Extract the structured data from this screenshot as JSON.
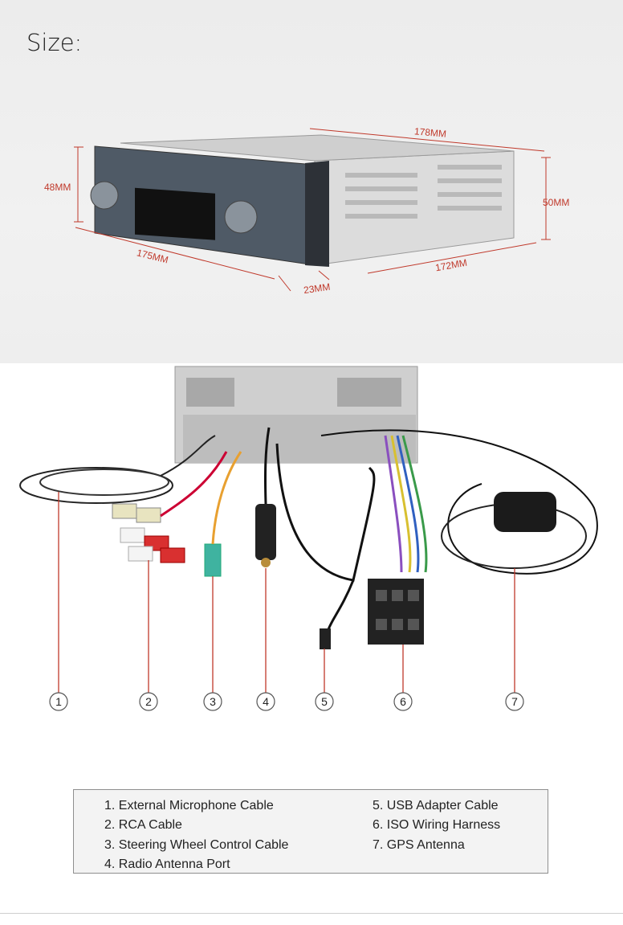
{
  "title": "Size:",
  "dimensions": {
    "width_top": "178MM",
    "height_left": "48MM",
    "height_right": "50MM",
    "front_width": "175MM",
    "depth": "172MM",
    "faceplate": "23MM"
  },
  "callouts": [
    "1",
    "2",
    "3",
    "4",
    "5",
    "6",
    "7"
  ],
  "legend": {
    "left": [
      "1. External Microphone Cable",
      "2. RCA Cable",
      "3. Steering Wheel Control Cable",
      "4. Radio Antenna Port"
    ],
    "right": [
      "5. USB Adapter Cable",
      "6. ISO Wiring Harness",
      "7. GPS Antenna"
    ]
  },
  "colors": {
    "dimension_red": "#c0392b",
    "callout_line": "#c0392b"
  }
}
